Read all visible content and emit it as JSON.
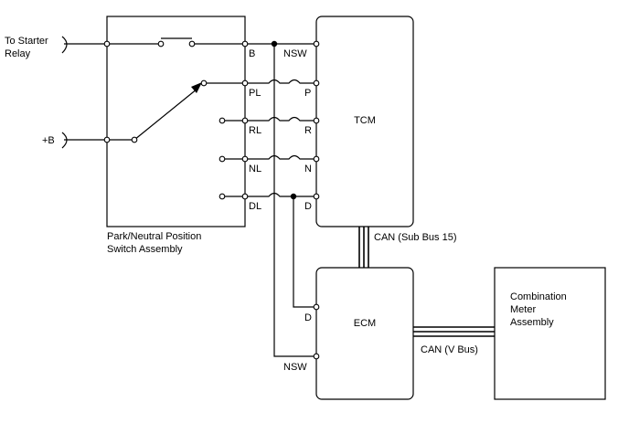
{
  "labels": {
    "starter_line1": "To Starter",
    "starter_line2": "Relay",
    "plus_b": "+B",
    "switch_line1": "Park/Neutral Position",
    "switch_line2": "Switch Assembly",
    "tcm": "TCM",
    "ecm": "ECM",
    "meter_line1": "Combination",
    "meter_line2": "Meter",
    "meter_line3": "Assembly",
    "can_sub": "CAN (Sub Bus 15)",
    "can_v": "CAN (V Bus)"
  },
  "switch_pins": [
    "B",
    "PL",
    "RL",
    "NL",
    "DL"
  ],
  "tcm_pins": [
    "NSW",
    "P",
    "R",
    "N",
    "D"
  ],
  "ecm_pins": [
    "D",
    "NSW"
  ]
}
